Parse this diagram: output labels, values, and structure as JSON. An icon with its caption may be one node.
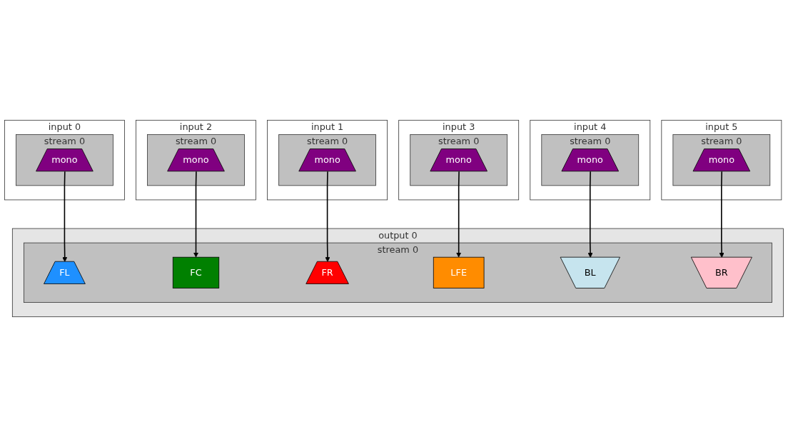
{
  "diagram": {
    "nodes": [
      {
        "text": [
          "input 0"
        ]
      },
      {
        "text": [
          "stream 0"
        ],
        "in": 0
      },
      {
        "text": [
          "mono"
        ],
        "in": 1
      },
      {
        "text": [
          "input 2"
        ]
      },
      {
        "text": [
          "stream 0"
        ],
        "in": 3
      },
      {
        "text": [
          "mono"
        ],
        "in": 4
      },
      {
        "text": [
          "input 1"
        ]
      },
      {
        "text": [
          "stream 0"
        ],
        "in": 6
      },
      {
        "text": [
          "mono"
        ],
        "in": 7
      },
      {
        "text": [
          "input 3"
        ]
      },
      {
        "text": [
          "stream 0"
        ],
        "in": 9
      },
      {
        "text": [
          "mono"
        ],
        "in": 10
      },
      {
        "text": [
          "output 0"
        ]
      },
      {
        "text": [
          "stream 0"
        ],
        "in": 12
      },
      {
        "text": [
          "FL"
        ],
        "in": 13
      },
      {
        "text": [
          "FC"
        ],
        "in": 13
      },
      {
        "text": [
          "FR"
        ],
        "in": 13
      },
      {
        "text": [
          "LFE"
        ],
        "in": 13
      },
      {
        "text": [
          "BL"
        ],
        "in": 13
      },
      {
        "text": [
          "BR"
        ],
        "in": 13
      },
      {
        "text": [
          "input 4"
        ]
      },
      {
        "text": [
          "stream 0"
        ],
        "in": 20
      },
      {
        "text": [
          "mono"
        ],
        "in": 21
      },
      {
        "text": [
          "input 5"
        ]
      },
      {
        "text": [
          "stream 0"
        ],
        "in": 23
      },
      {
        "text": [
          "mono"
        ],
        "in": 24
      }
    ],
    "edges": [
      {
        "from": 2,
        "to": 14,
        "arrow": "to"
      },
      {
        "from": 5,
        "to": 15,
        "arrow": "to"
      },
      {
        "from": 8,
        "to": 16,
        "arrow": "to"
      },
      {
        "from": 11,
        "to": 17,
        "arrow": "to"
      },
      {
        "from": 22,
        "to": 18,
        "arrow": "to"
      },
      {
        "from": 25,
        "to": 19,
        "arrow": "to"
      }
    ]
  }
}
